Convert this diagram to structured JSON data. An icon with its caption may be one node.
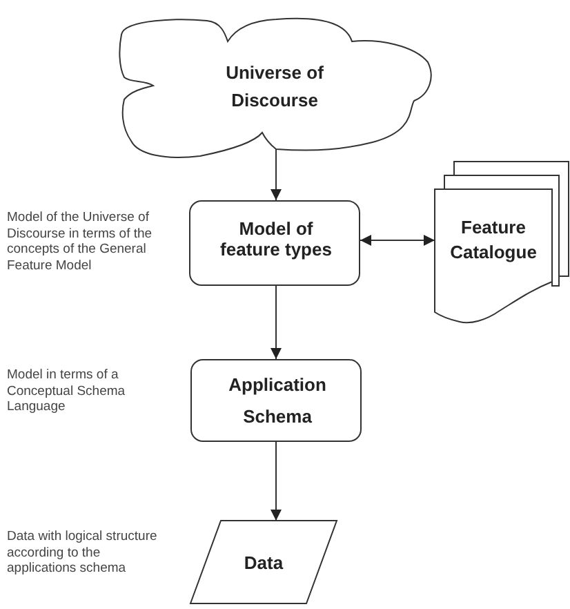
{
  "diagram": {
    "nodes": [
      {
        "text": [
          "Universe of Discourse"
        ]
      },
      {
        "text": [
          "Model of feature types"
        ]
      },
      {
        "text": [
          "Feature Catalogue"
        ]
      },
      {
        "text": [
          "Application Schema"
        ]
      },
      {
        "text": [
          "Data"
        ]
      }
    ],
    "edges": [
      {
        "from": 0,
        "to": 1,
        "arrow": "to"
      },
      {
        "from": 1,
        "to": 2,
        "arrow": "both"
      },
      {
        "from": 1,
        "to": 3,
        "arrow": "to"
      },
      {
        "from": 3,
        "to": 4,
        "arrow": "to"
      }
    ],
    "labels": [
      "Model of the Universe of Discourse in terms of the concepts of the General Feature Model",
      "Model in terms of a Conceptual Schema Language",
      "Data with logical structure according to the applications schema"
    ]
  }
}
